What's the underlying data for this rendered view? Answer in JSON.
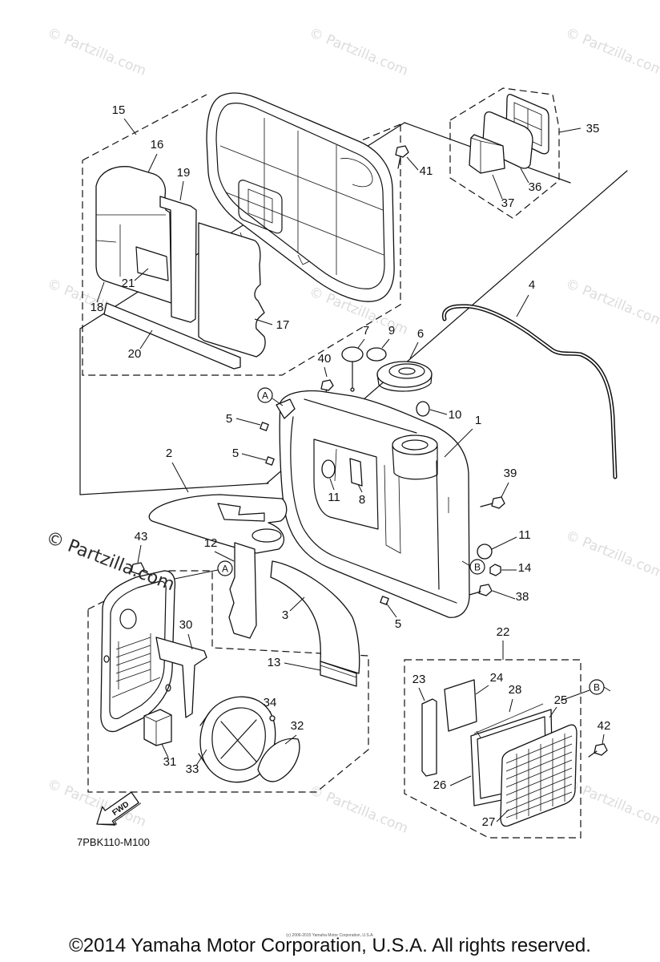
{
  "diagram": {
    "callouts": [
      "15",
      "16",
      "19",
      "21",
      "18",
      "20",
      "17",
      "41",
      "35",
      "36",
      "37",
      "4",
      "7",
      "9",
      "6",
      "40",
      "10",
      "1",
      "5",
      "5",
      "2",
      "11",
      "8",
      "39",
      "43",
      "12",
      "11",
      "14",
      "38",
      "30",
      "3",
      "5",
      "22",
      "13",
      "23",
      "24",
      "28",
      "25",
      "34",
      "32",
      "42",
      "31",
      "33",
      "26",
      "27"
    ],
    "reference_marks": [
      "A",
      "A",
      "B",
      "B"
    ],
    "forward_arrow_label": "FWD",
    "diagram_code": "7PBK110-M100"
  },
  "watermark": {
    "text": "© Partzilla.com"
  },
  "footer": {
    "copyright": "©2014 Yamaha Motor Corporation, U.S.A. All rights reserved.",
    "fine_print": "(c) 2006-2015 Yamaha Motor Corporation, U.S.A."
  },
  "colors": {
    "line": "#111111",
    "watermark": "#dcdcdc",
    "background": "#ffffff"
  }
}
